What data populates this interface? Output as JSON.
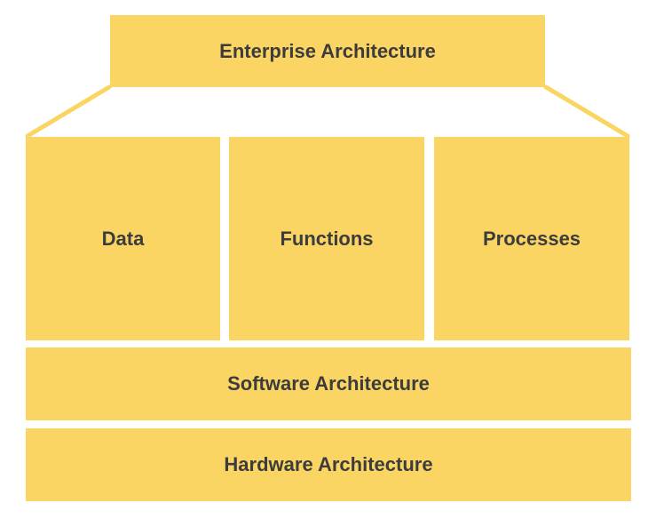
{
  "diagram": {
    "top": {
      "label": "Enterprise Architecture"
    },
    "columns": [
      {
        "label": "Data"
      },
      {
        "label": "Functions"
      },
      {
        "label": "Processes"
      }
    ],
    "layers": [
      {
        "label": "Software Architecture"
      },
      {
        "label": "Hardware Architecture"
      }
    ]
  },
  "colors": {
    "block_fill": "#fbd564",
    "text": "#3c3c3c",
    "connector": "#fbd564"
  }
}
